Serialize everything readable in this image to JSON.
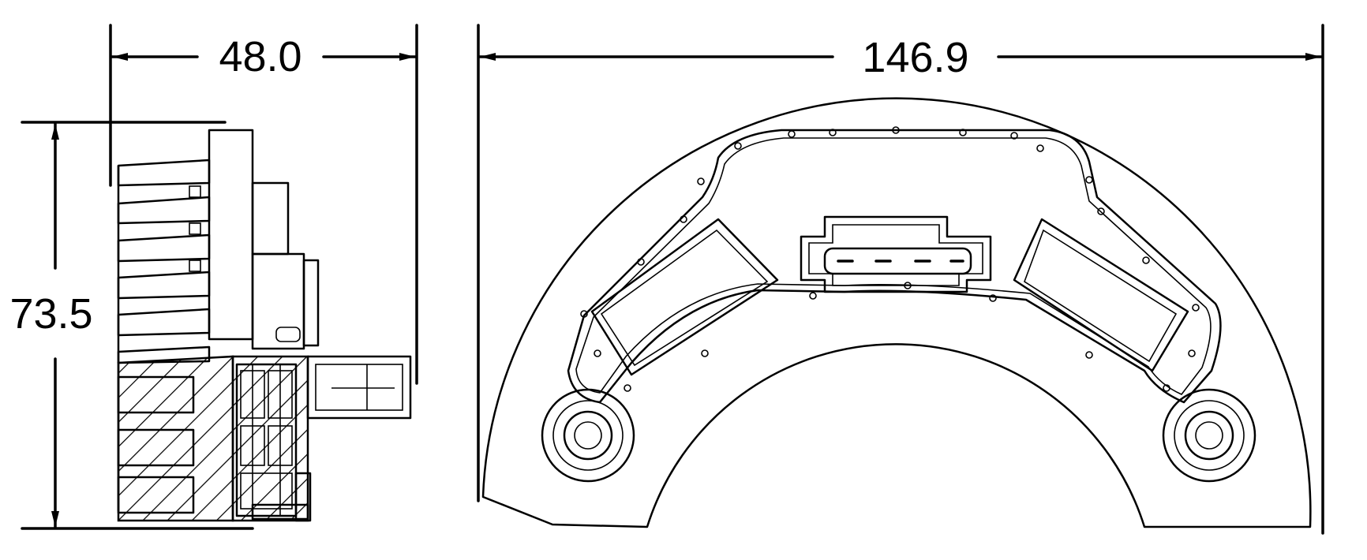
{
  "dimensions": {
    "side_width": "48.0",
    "side_height": "73.5",
    "front_width": "146.9"
  },
  "colors": {
    "line": "#000000",
    "background": "#ffffff"
  }
}
